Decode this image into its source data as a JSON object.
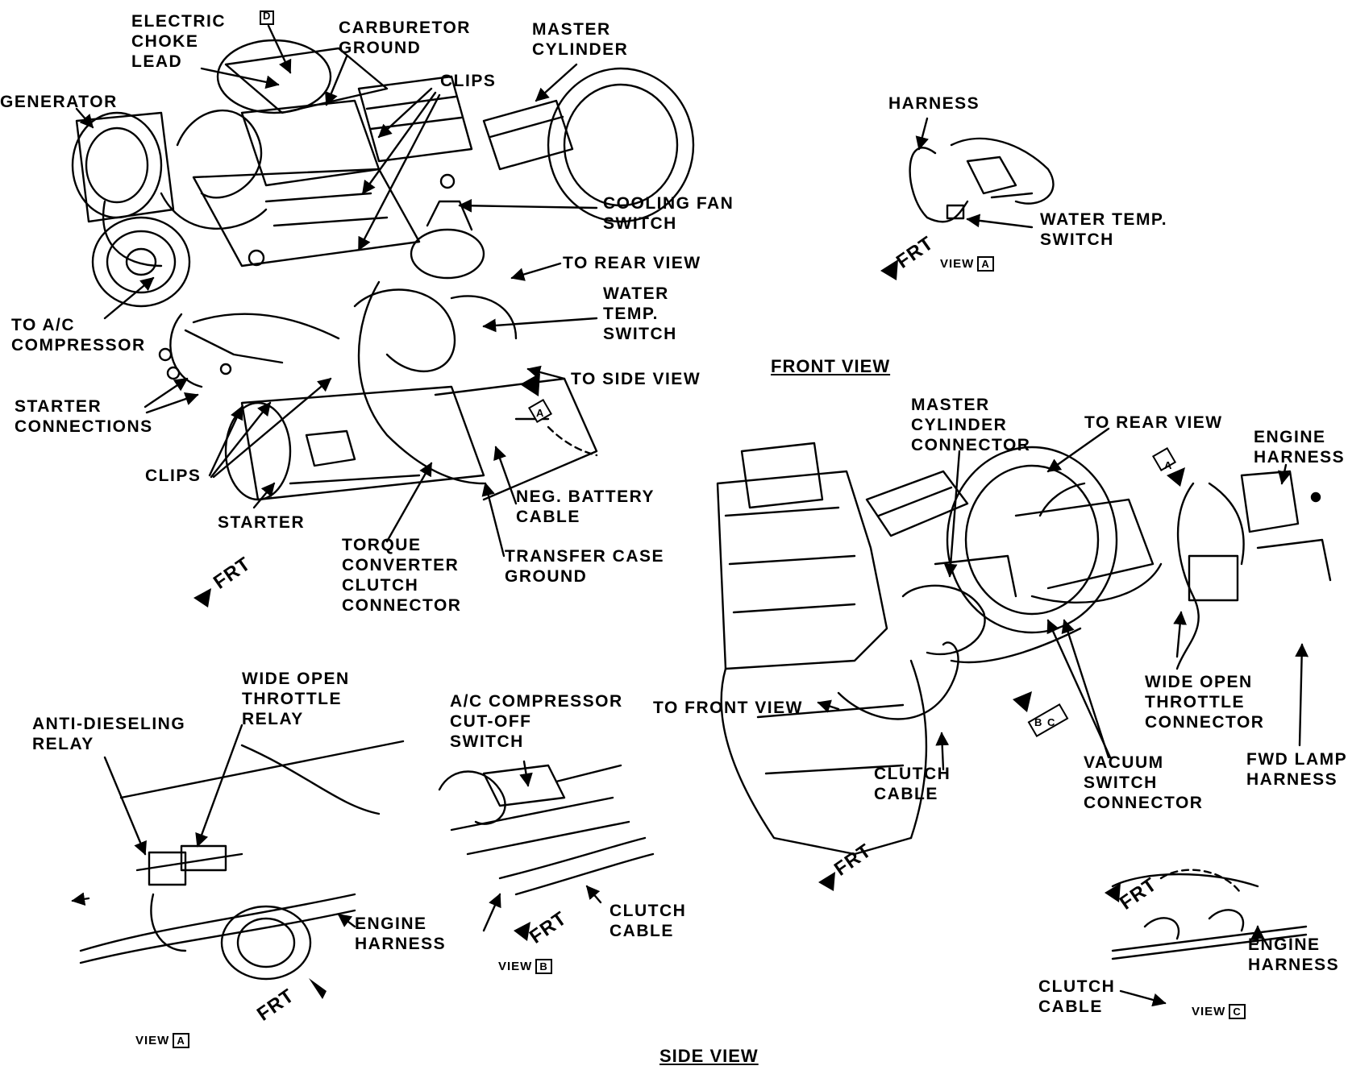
{
  "front_view": {
    "title": "FRONT VIEW",
    "labels": {
      "electric_choke_lead": "ELECTRIC\nCHOKE\nLEAD",
      "d_marker": "D",
      "carburetor_ground": "CARBURETOR\nGROUND",
      "master_cylinder": "MASTER\nCYLINDER",
      "clips_top": "CLIPS",
      "generator": "GENERATOR",
      "cooling_fan_switch": "COOLING FAN\nSWITCH",
      "to_rear_view": "TO REAR VIEW",
      "water_temp_switch": "WATER\nTEMP.\nSWITCH",
      "to_ac_compressor": "TO A/C\nCOMPRESSOR",
      "to_side_view": "TO SIDE VIEW",
      "starter_connections": "STARTER\nCONNECTIONS",
      "clips_bottom": "CLIPS",
      "neg_battery_cable": "NEG. BATTERY\nCABLE",
      "starter": "STARTER",
      "torque_converter": "TORQUE\nCONVERTER\nCLUTCH\nCONNECTOR",
      "transfer_case_ground": "TRANSFER CASE\nGROUND",
      "frt": "FRT",
      "view_marker": "A"
    },
    "view_a": {
      "harness": "HARNESS",
      "water_temp_switch": "WATER TEMP.\nSWITCH",
      "frt": "FRT",
      "view_text": "VIEW",
      "view_letter": "A"
    }
  },
  "side_view": {
    "title": "SIDE VIEW",
    "labels": {
      "master_cylinder_connector": "MASTER\nCYLINDER\nCONNECTOR",
      "to_rear_view": "TO REAR VIEW",
      "engine_harness": "ENGINE\nHARNESS",
      "wide_open_throttle_connector": "WIDE OPEN\nTHROTTLE\nCONNECTOR",
      "to_front_view": "TO FRONT VIEW",
      "clutch_cable": "CLUTCH\nCABLE",
      "vacuum_switch_connector": "VACUUM\nSWITCH\nCONNECTOR",
      "fwd_lamp_harness": "FWD LAMP\nHARNESS",
      "frt": "FRT",
      "marker_a": "A",
      "marker_bc": "B C"
    },
    "view_a": {
      "anti_dieseling_relay": "ANTI-DIESELING\nRELAY",
      "wide_open_throttle_relay": "WIDE OPEN\nTHROTTLE\nRELAY",
      "engine_harness": "ENGINE\nHARNESS",
      "frt": "FRT",
      "view_text": "VIEW",
      "view_letter": "A"
    },
    "view_b": {
      "ac_compressor_cutoff_switch": "A/C COMPRESSOR\nCUT-OFF\nSWITCH",
      "clutch_cable": "CLUTCH\nCABLE",
      "frt": "FRT",
      "view_text": "VIEW",
      "view_letter": "B"
    },
    "view_c": {
      "engine_harness": "ENGINE\nHARNESS",
      "clutch_cable": "CLUTCH\nCABLE",
      "frt": "FRT",
      "view_text": "VIEW",
      "view_letter": "C"
    }
  },
  "icons": [
    "arrow-icon"
  ]
}
